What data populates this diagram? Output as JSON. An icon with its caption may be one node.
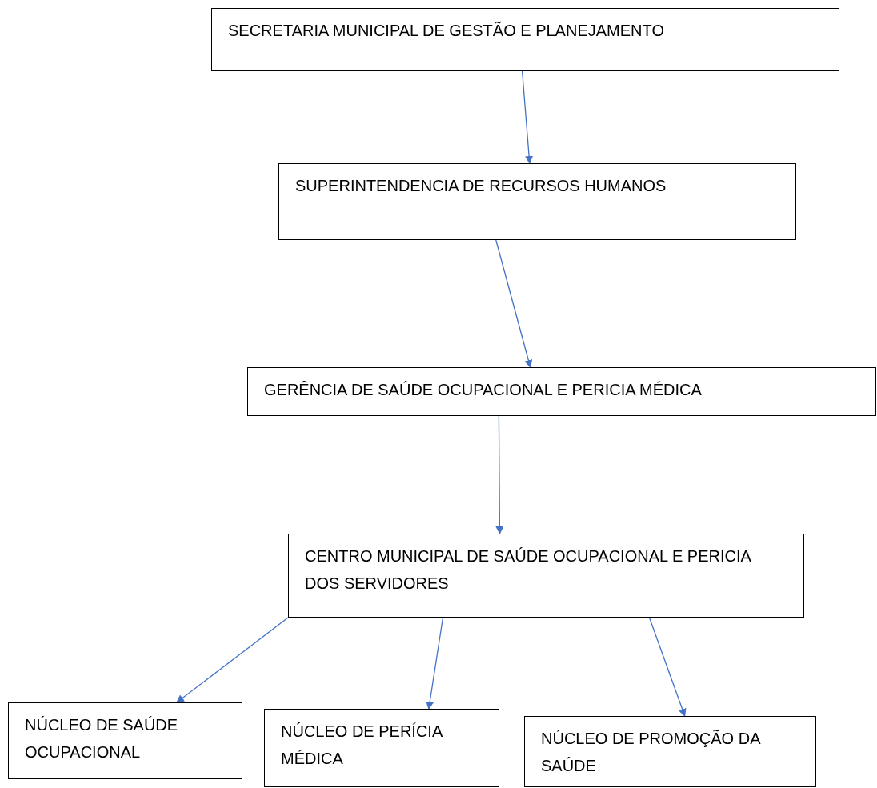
{
  "diagram": {
    "nodes": [
      {
        "text": [
          "SECRETARIA MUNICIPAL DE GESTÃO E PLANEJAMENTO"
        ]
      },
      {
        "text": [
          "SUPERINTENDENCIA DE RECURSOS HUMANOS"
        ]
      },
      {
        "text": [
          "GERÊNCIA DE SAÚDE OCUPACIONAL E PERICIA MÉDICA"
        ]
      },
      {
        "text": [
          "CENTRO MUNICIPAL DE SAÚDE OCUPACIONAL E PERICIA DOS SERVIDORES"
        ]
      },
      {
        "text": [
          "NÚCLEO DE SAÚDE OCUPACIONAL"
        ]
      },
      {
        "text": [
          "NÚCLEO DE PERÍCIA MÉDICA"
        ]
      },
      {
        "text": [
          "NÚCLEO DE PROMOÇÃO DA SAÚDE"
        ]
      }
    ],
    "edges": [
      {
        "from": 0,
        "to": 1,
        "arrow": "to"
      },
      {
        "from": 1,
        "to": 2,
        "arrow": "to"
      },
      {
        "from": 2,
        "to": 3,
        "arrow": "to"
      },
      {
        "from": 3,
        "to": 4,
        "arrow": "to"
      },
      {
        "from": 3,
        "to": 5,
        "arrow": "to"
      },
      {
        "from": 3,
        "to": 6,
        "arrow": "to"
      }
    ]
  }
}
